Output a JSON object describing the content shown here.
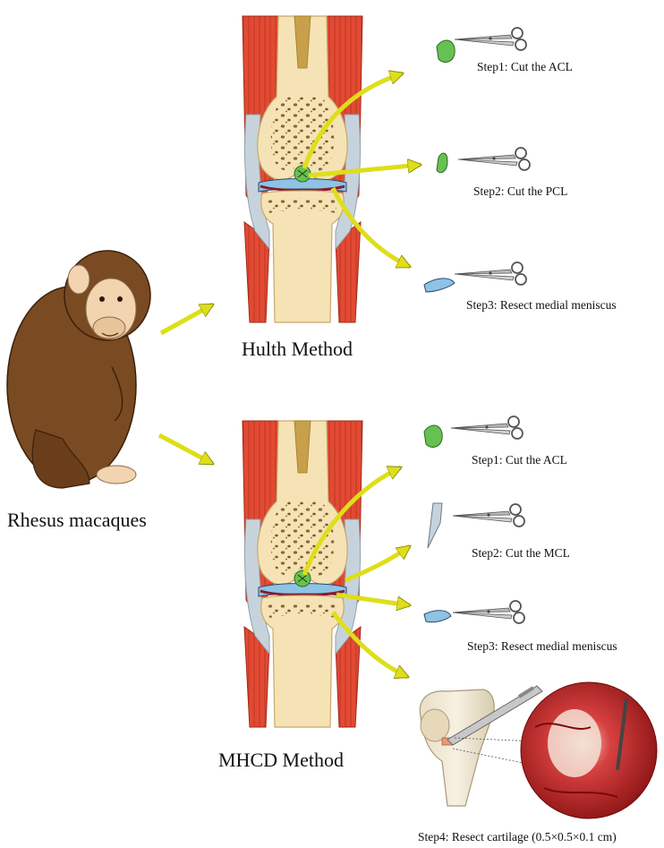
{
  "subject": {
    "label": "Rhesus macaques"
  },
  "hulth": {
    "title": "Hulth Method",
    "steps": [
      "Step1:  Cut the ACL",
      "Step2:  Cut the PCL",
      "Step3:  Resect medial meniscus"
    ]
  },
  "mhcd": {
    "title": "MHCD Method",
    "steps": [
      "Step1: Cut the ACL",
      "Step2: Cut the MCL",
      "Step3: Resect medial meniscus",
      "Step4:  Resect cartilage (0.5×0.5×0.1 cm)"
    ]
  },
  "colors": {
    "muscle": "#e24a33",
    "bone": "#f6e3b5",
    "bone_pore": "#7a5a2a",
    "ligament": "#67c152",
    "meniscus": "#8ec3e6",
    "arrow": "#dede1a",
    "monkey_fur": "#7a4a22",
    "monkey_face": "#f2d4b0",
    "tissue": "#c92a2a"
  }
}
